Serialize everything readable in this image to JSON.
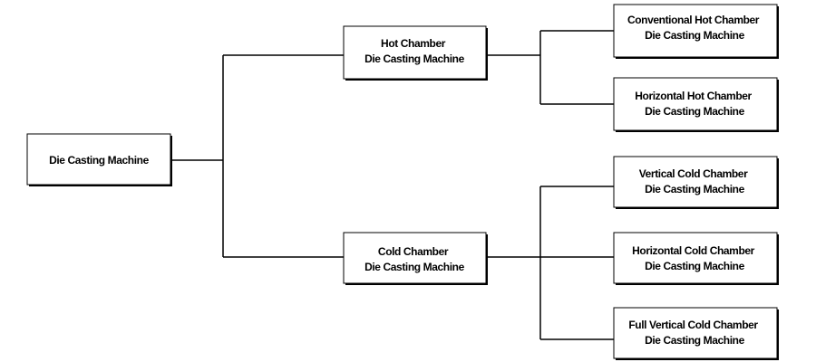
{
  "diagram": {
    "root": {
      "lines": [
        "Die Casting Machine"
      ]
    },
    "hot_chamber": {
      "lines": [
        "Hot Chamber",
        "Die Casting Machine"
      ]
    },
    "cold_chamber": {
      "lines": [
        "Cold Chamber",
        "Die Casting Machine"
      ]
    },
    "conventional_hot": {
      "lines": [
        "Conventional Hot Chamber",
        "Die Casting Machine"
      ]
    },
    "horizontal_hot": {
      "lines": [
        "Horizontal Hot Chamber",
        "Die Casting Machine"
      ]
    },
    "vertical_cold": {
      "lines": [
        "Vertical Cold Chamber",
        "Die Casting Machine"
      ]
    },
    "horizontal_cold": {
      "lines": [
        "Horizontal Cold Chamber",
        "Die Casting Machine"
      ]
    },
    "full_vertical_cold": {
      "lines": [
        "Full Vertical Cold Chamber",
        "Die Casting Machine"
      ]
    },
    "colors": {
      "stroke": "#000000",
      "fill": "#ffffff",
      "text": "#000000"
    }
  }
}
